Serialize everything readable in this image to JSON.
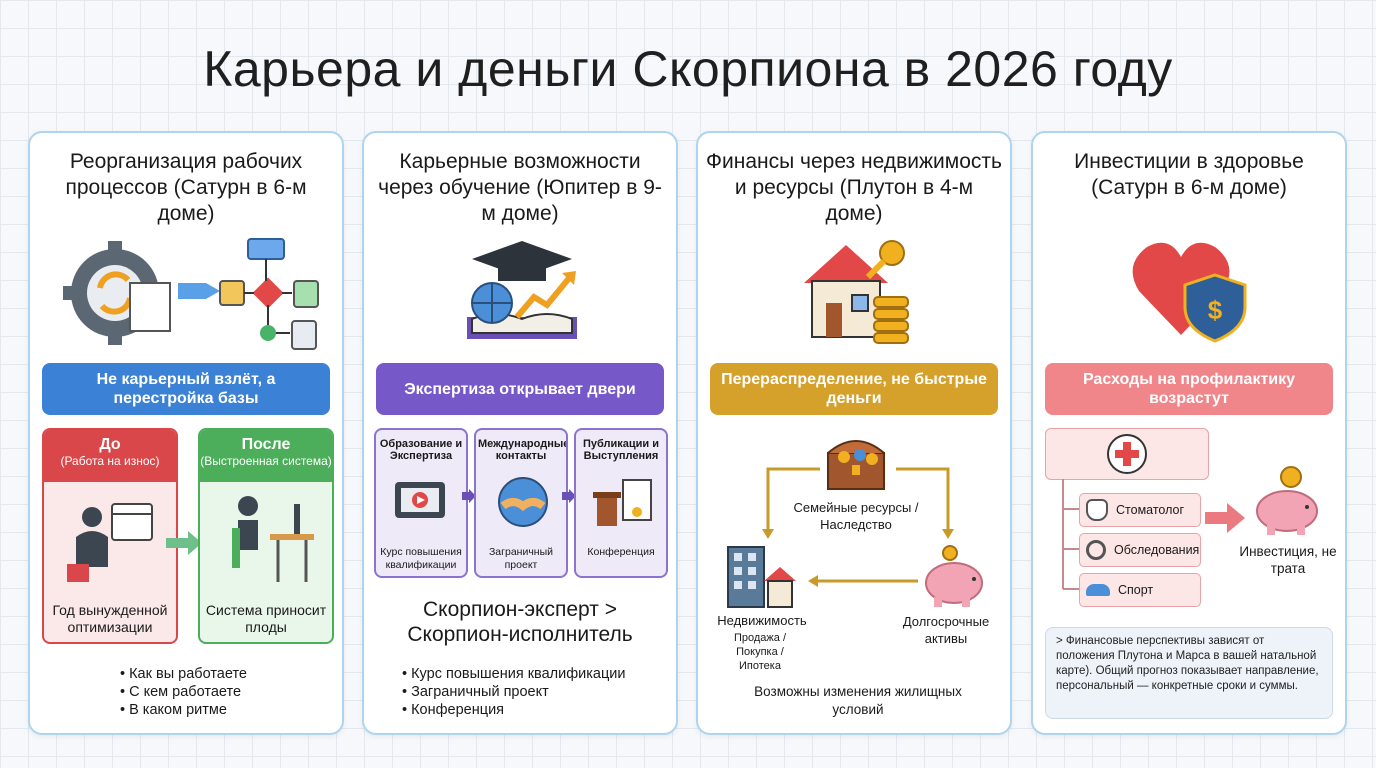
{
  "title": "Карьера и деньги Скорпиона в 2026 году",
  "colors": {
    "blue": "#3b82d6",
    "purple": "#7758c9",
    "gold": "#d6a12a",
    "pink": "#ea7a7f"
  },
  "cards": [
    {
      "title": "Реорганизация рабочих процессов (Сатурн в 6-м доме)",
      "icon": "gear-flowchart-icon",
      "banner": "Не карьерный взлёт, а перестройка базы",
      "before": {
        "label": "До",
        "sub": "(Работа на износ)",
        "caption": "Год вынужденной оптимизации"
      },
      "after": {
        "label": "После",
        "sub": "(Выстроенная система)",
        "caption": "Система приносит плоды"
      },
      "bullets": [
        "Как вы работаете",
        "С кем работаете",
        "В каком ритме"
      ]
    },
    {
      "title": "Карьерные возможности через обучение (Юпитер в 9-м доме)",
      "icon": "graduation-cap-icon",
      "banner": "Экспертиза открывает двери",
      "steps": [
        {
          "title": "Образование и Экспертиза",
          "caption": "Курс повышения квалификации",
          "icon": "video-course-icon"
        },
        {
          "title": "Международные контакты",
          "caption": "Заграничный проект",
          "icon": "handshake-globe-icon"
        },
        {
          "title": "Публикации и Выступления",
          "caption": "Конференция",
          "icon": "podium-icon"
        }
      ],
      "headline": "Скорпион-эксперт > Скорпион-исполнитель",
      "bullets": [
        "Курс повышения квалификации",
        "Заграничный проект",
        "Конференция"
      ]
    },
    {
      "title": "Финансы через недвижимость и ресурсы (Плутон в 4-м доме)",
      "icon": "house-key-coins-icon",
      "banner": "Перераспределение, не быстрые деньги",
      "treasure": "Семейные ресурсы / Наследство",
      "realty": "Недвижимость",
      "realty_sub": "Продажа / Покупка / Ипотека",
      "assets": "Долгосрочные активы",
      "footer": "Возможны изменения жилищных условий"
    },
    {
      "title": "Инвестиции в здоровье (Сатурн в 6-м доме)",
      "icon": "heart-shield-icon",
      "banner": "Расходы на профилактику возрастут",
      "items": [
        "Стоматолог",
        "Обследования",
        "Спорт"
      ],
      "result": "Инвестиция, не трата",
      "note": "> Финансовые перспективы зависят от положения Плутона и Марса в вашей натальной карте). Общий прогноз показывает направление, персональный — конкретные сроки и суммы."
    }
  ]
}
